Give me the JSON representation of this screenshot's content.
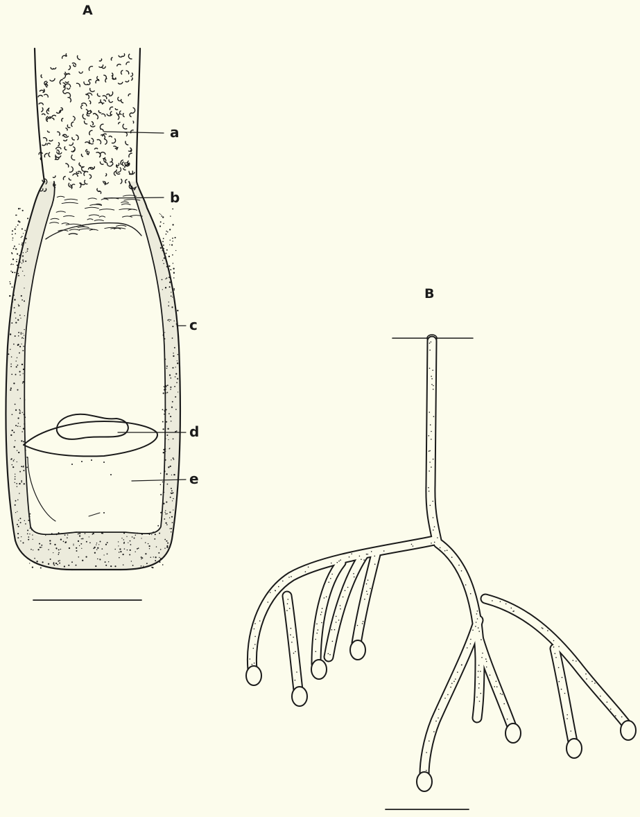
{
  "panels": [
    {
      "id": "A",
      "label": "A",
      "parts": [
        {
          "key": "a",
          "label": "a"
        },
        {
          "key": "b",
          "label": "b"
        },
        {
          "key": "c",
          "label": "c"
        },
        {
          "key": "d",
          "label": "d"
        },
        {
          "key": "e",
          "label": "e"
        }
      ]
    },
    {
      "id": "B",
      "label": "B"
    }
  ],
  "colors": {
    "paper": "#fcfcec",
    "ink": "#1a1a1a"
  }
}
